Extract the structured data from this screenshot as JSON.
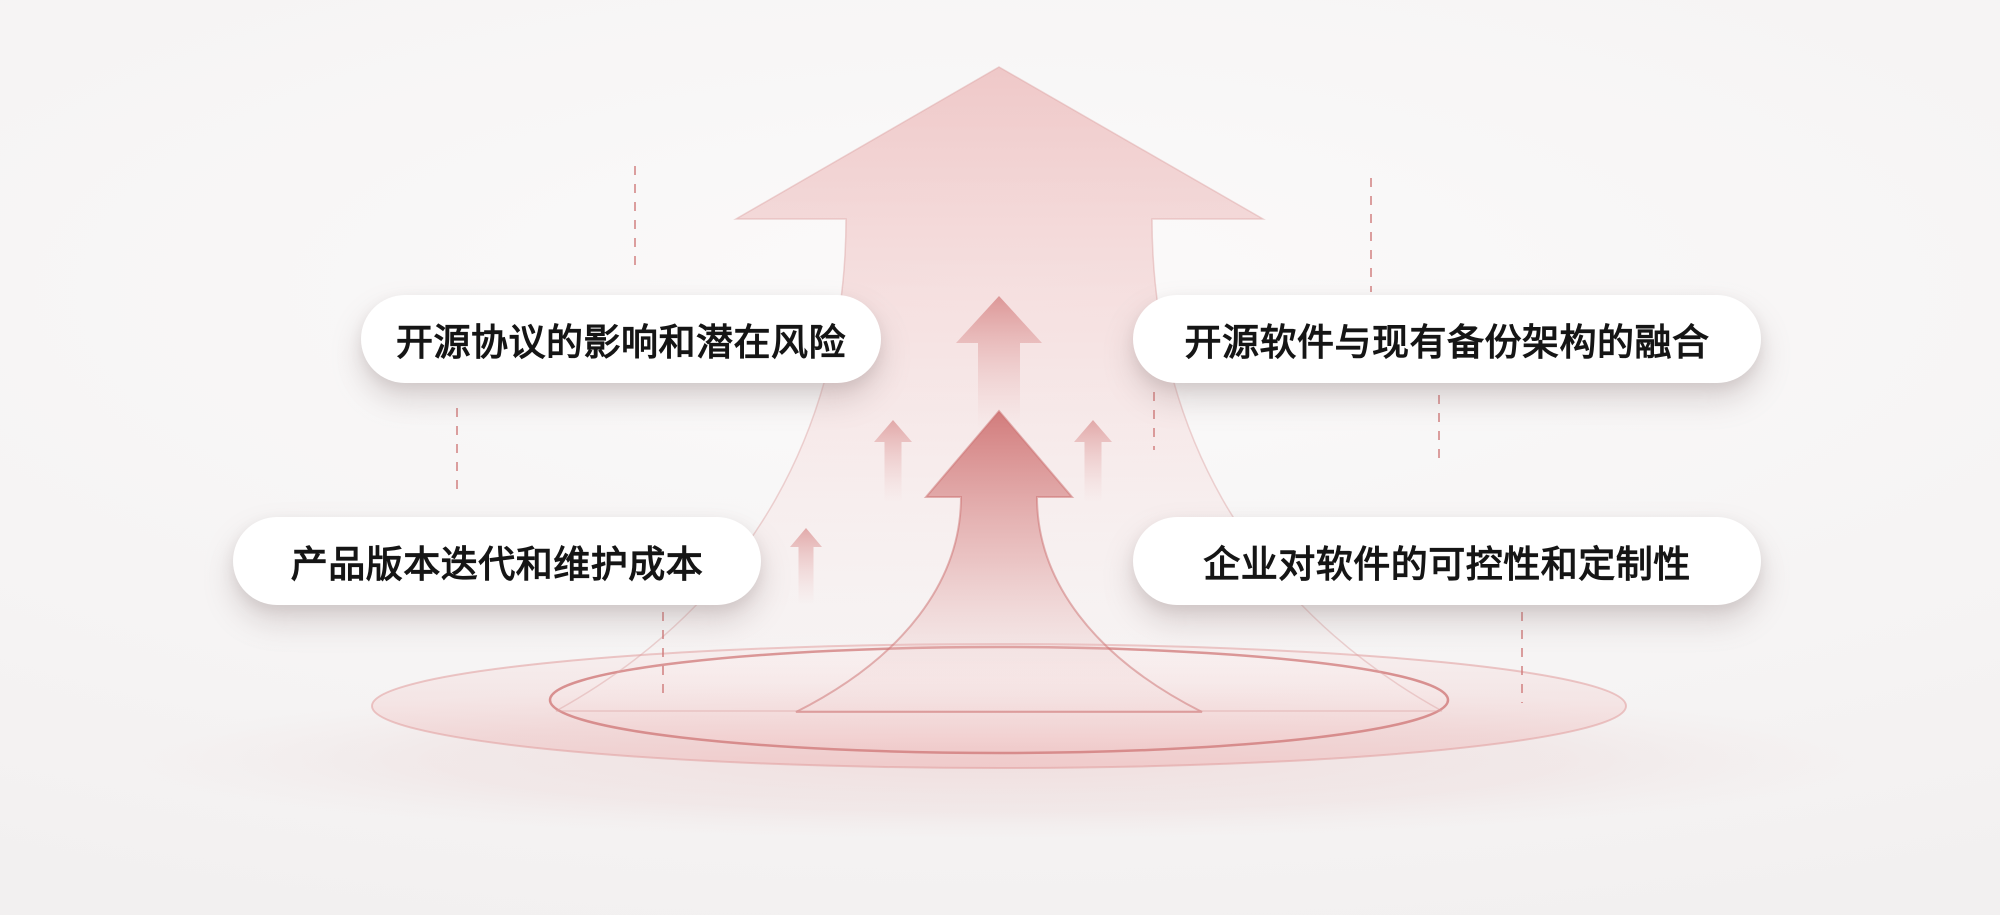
{
  "labels": {
    "top_left": "开源协议的影响和潜在风险",
    "top_right": "开源软件与现有备份架构的融合",
    "bottom_left": "产品版本迭代和维护成本",
    "bottom_right": "企业对软件的可控性和定制性"
  },
  "colors": {
    "background": "#f4f2f2",
    "accent_red": "#c96b6b",
    "arrow_pink_light": "#eec3c3",
    "arrow_pink_strong": "#d07676",
    "ring_stroke": "#d28080",
    "pill_background": "#ffffff",
    "pill_text": "#151515"
  },
  "icons": {
    "big_arrow": "big-up-arrow",
    "center_arrow": "center-up-arrow",
    "medium_arrow": "medium-up-arrow",
    "small_arrow": "small-up-arrow"
  }
}
